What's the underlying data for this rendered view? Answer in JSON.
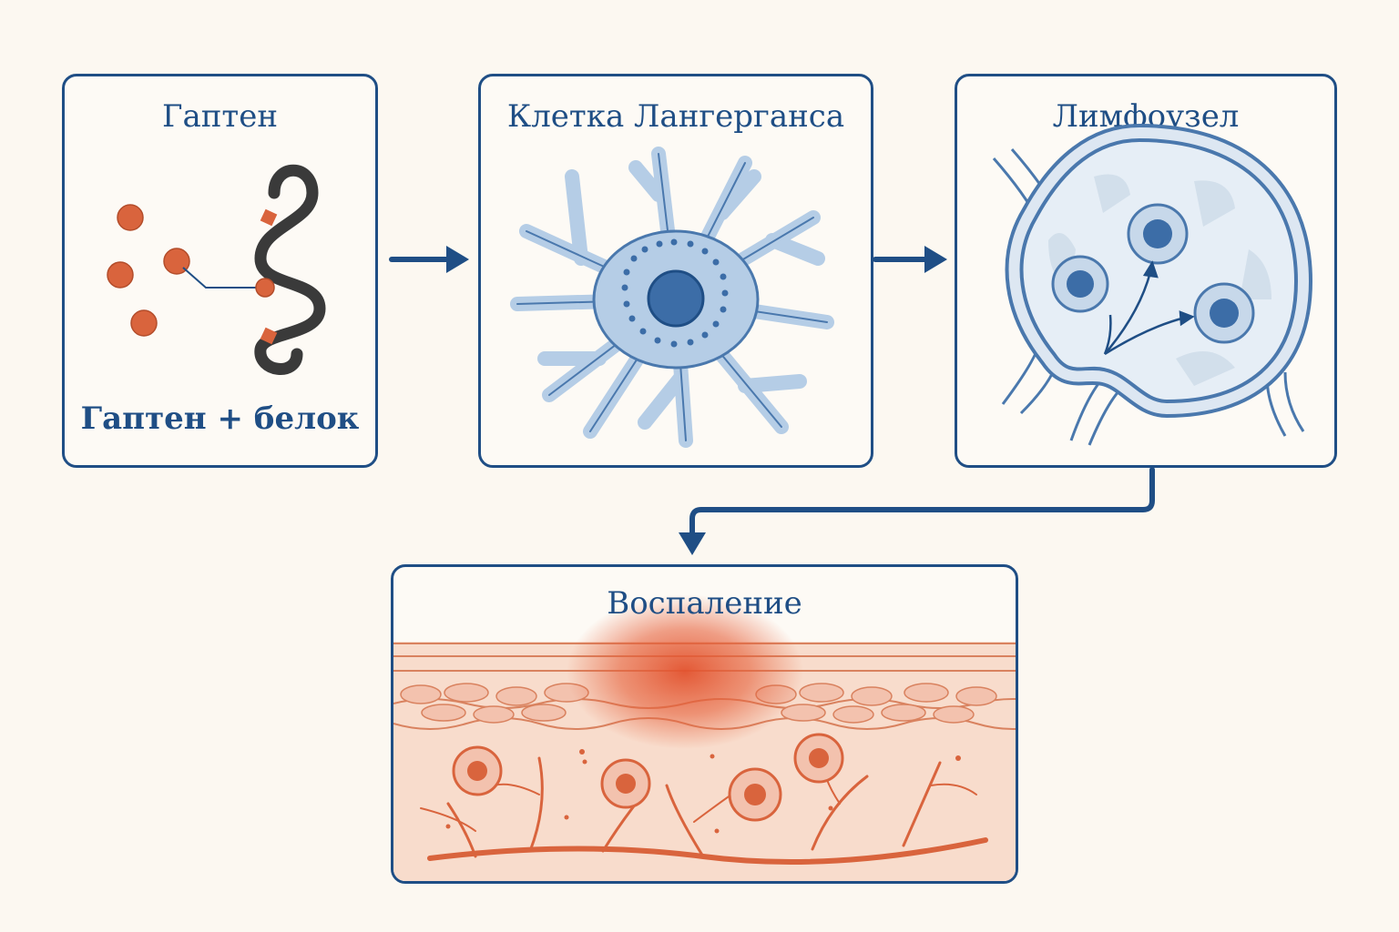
{
  "panels": {
    "hapten": {
      "title": "Гаптен",
      "subtitle": "Гаптен + белок"
    },
    "langerhans": {
      "title": "Клетка Лангерганса"
    },
    "lymph_node": {
      "title": "Лимфоузел"
    },
    "inflammation": {
      "title": "Воспаление"
    }
  },
  "colors": {
    "outline": "#1f4e85",
    "hapten": "#d9643d",
    "protein": "#3a3a3a",
    "cell_fill": "#b5cde6",
    "cell_nucleus": "#3c6da7",
    "skin": "#f3c2ae",
    "inflammation": "#e2522e",
    "background": "#fcf8f1"
  },
  "icons": [
    "arrow-right-icon",
    "arrow-right-icon",
    "arrow-down-icon"
  ]
}
